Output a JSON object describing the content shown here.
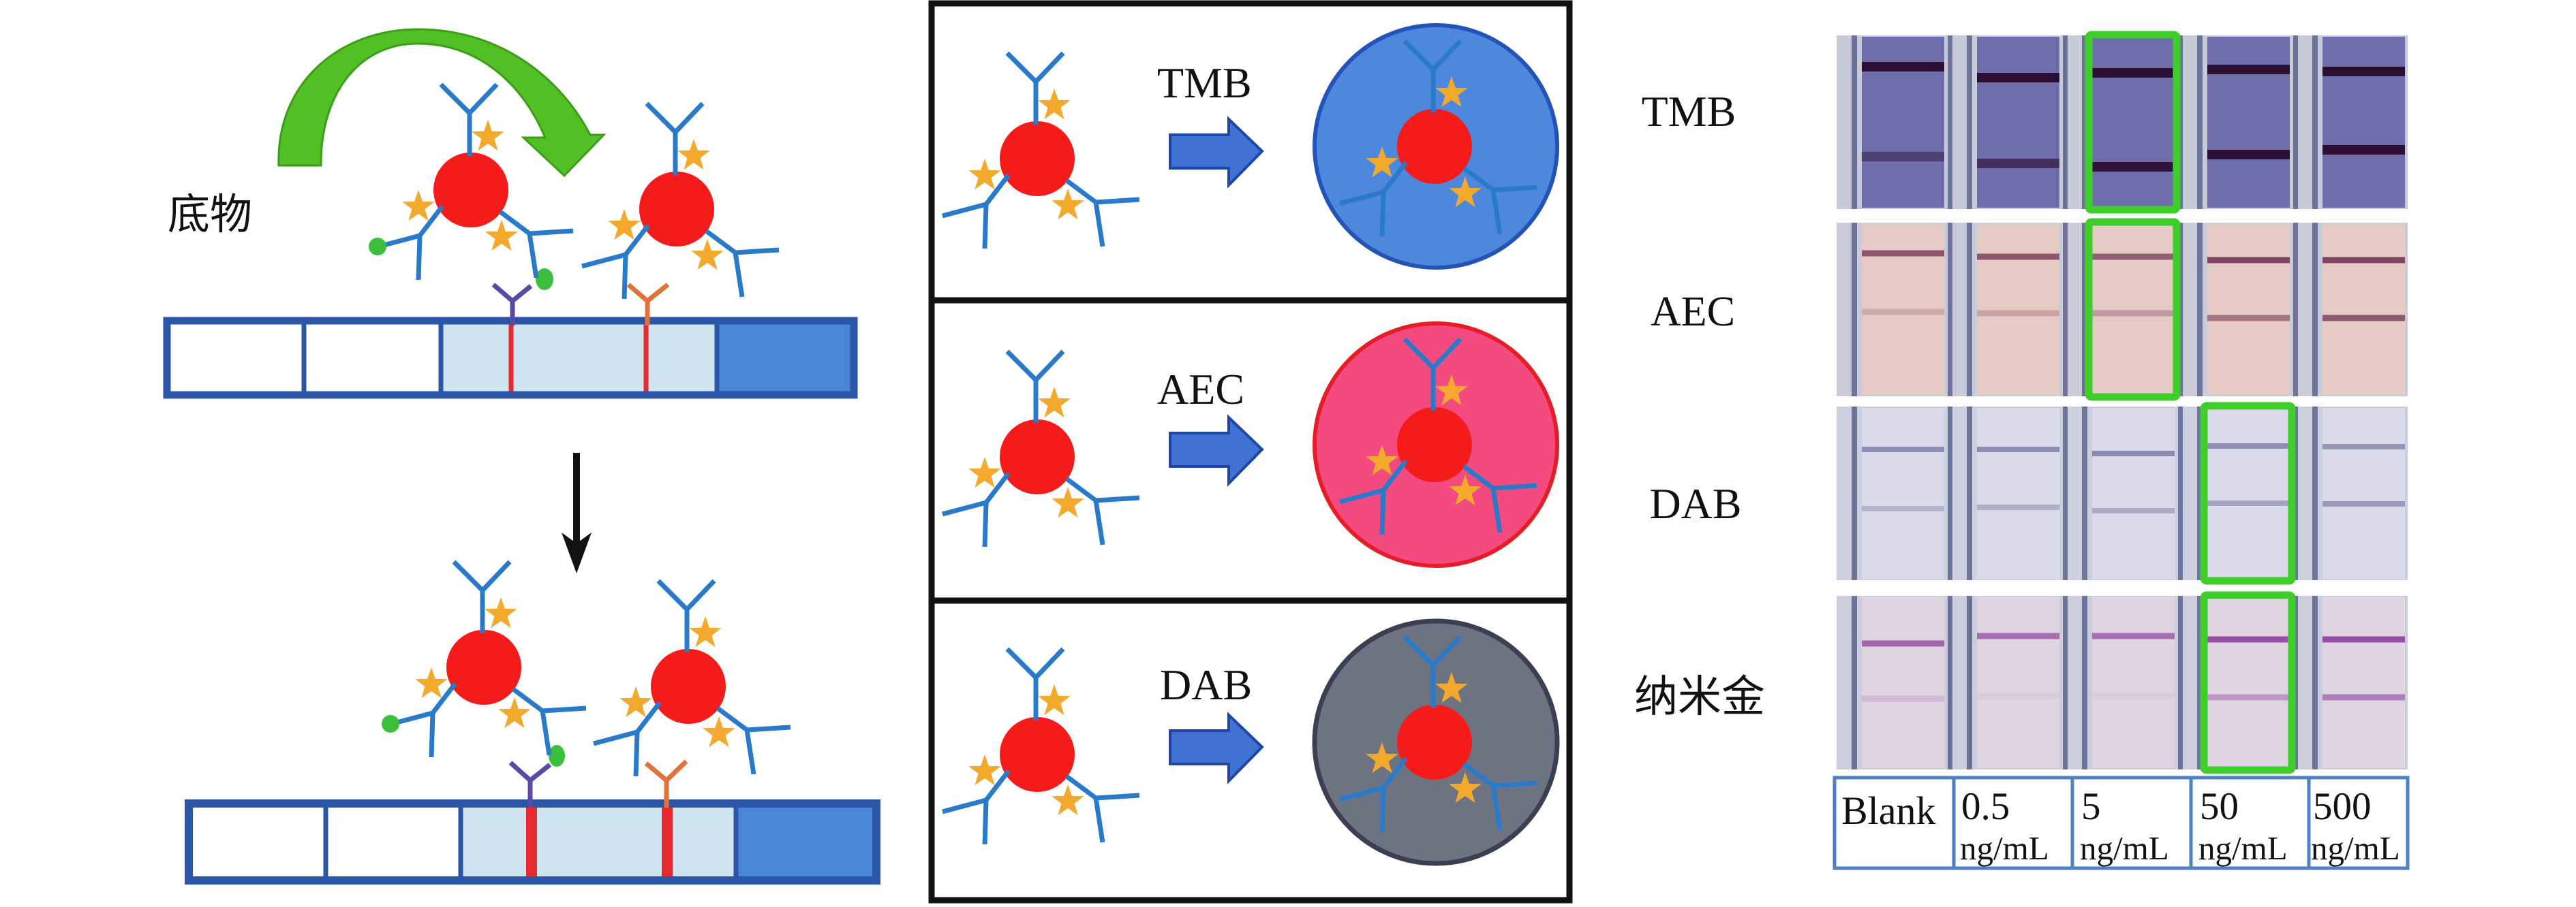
{
  "left_panel": {
    "substrate_label": "底物"
  },
  "middle_panel": {
    "rows": [
      {
        "substrate": "TMB",
        "result_fill": "#4d88dc",
        "result_stroke": "#2352b8"
      },
      {
        "substrate": "AEC",
        "result_fill": "#f34b7f",
        "result_stroke": "#e61d27"
      },
      {
        "substrate": "DAB",
        "result_fill": "#6e7382",
        "result_stroke": "#3b3f51"
      }
    ]
  },
  "right_panel": {
    "rows": [
      {
        "label": "TMB",
        "frame_color": "#c7cbd7",
        "window_color": "#6f6cab",
        "line_color": "#26082a",
        "control_intensity": [
          0.92,
          0.95,
          0.95,
          0.95,
          0.95
        ],
        "test_intensity": [
          0.45,
          0.6,
          0.88,
          0.92,
          0.95
        ],
        "highlight_lane": 2
      },
      {
        "label": "AEC",
        "frame_color": "#c9cbd8",
        "window_color": "#e6cbc4",
        "line_color": "#6e2f52",
        "control_intensity": [
          0.75,
          0.75,
          0.7,
          0.85,
          0.85
        ],
        "test_intensity": [
          0.2,
          0.25,
          0.3,
          0.55,
          0.75
        ],
        "highlight_lane": 2
      },
      {
        "label": "DAB",
        "frame_color": "#ccd0de",
        "window_color": "#dadaea",
        "line_color": "#716d9c",
        "control_intensity": [
          0.7,
          0.7,
          0.75,
          0.7,
          0.65
        ],
        "test_intensity": [
          0.35,
          0.4,
          0.45,
          0.5,
          0.6
        ],
        "highlight_lane": 3
      },
      {
        "label": "纳米金",
        "frame_color": "#cccddc",
        "window_color": "#dfd5e0",
        "line_color": "#8e3f9e",
        "control_intensity": [
          0.75,
          0.7,
          0.7,
          0.9,
          0.9
        ],
        "test_intensity": [
          0.18,
          0.06,
          0.06,
          0.4,
          0.6
        ],
        "highlight_lane": 3
      }
    ],
    "highlight_color": "#3fcd2c",
    "concentrations": [
      {
        "value": "Blank",
        "unit": ""
      },
      {
        "value": "0.5",
        "unit": "ng/mL"
      },
      {
        "value": "5",
        "unit": "ng/mL"
      },
      {
        "value": "50",
        "unit": "ng/mL"
      },
      {
        "value": "500",
        "unit": "ng/mL"
      }
    ]
  },
  "colors": {
    "substrate_arrow": "#52c024",
    "substrate_arrow_edge": "#3c9e18",
    "strip_border": "#2b55a7",
    "sample_pad": "#ffffff",
    "membrane": "#cfe3f1",
    "absorbent_pad": "#4a86d6",
    "capture_line": "#e62a2e",
    "nanoparticle": "#f61b1b",
    "enzyme": "#f2a92c",
    "antibody": "#2a7acb",
    "test_capture_antibody": "#5a4aa8",
    "control_capture_antibody": "#e0733a",
    "antigen": "#3cbf3c",
    "process_arrow": "#3f72d2",
    "process_arrow_edge": "#1f46a6",
    "panel_border": "#111111",
    "step_arrow": "#111111",
    "table_border": "#4f82c4"
  }
}
